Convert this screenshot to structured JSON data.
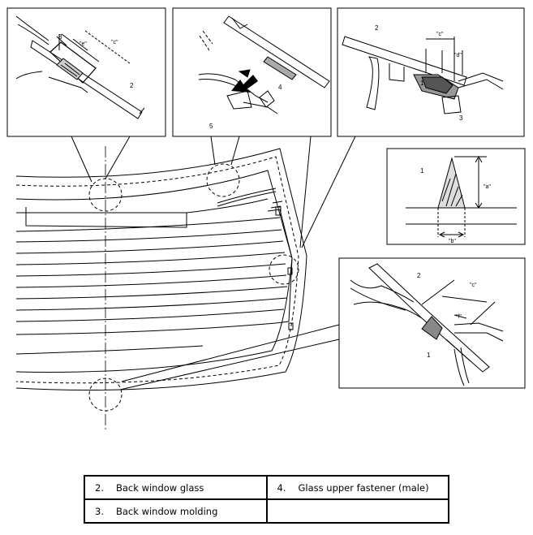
{
  "callouts": {
    "one": "1",
    "two": "2",
    "three": "3",
    "four": "4",
    "five": "5",
    "dim_a": "\"a\"",
    "dim_b": "\"b\"",
    "dim_c": "\"c\"",
    "dim_d": "\"d\"",
    "dim_e": "\"e\"",
    "dim_f": "\"f\""
  },
  "legend": [
    {
      "number": "2.",
      "label": "Back window glass"
    },
    {
      "number": "4.",
      "label": "Glass upper fastener (male)"
    },
    {
      "number": "3.",
      "label": "Back window molding"
    },
    {
      "number": "",
      "label": ""
    }
  ]
}
